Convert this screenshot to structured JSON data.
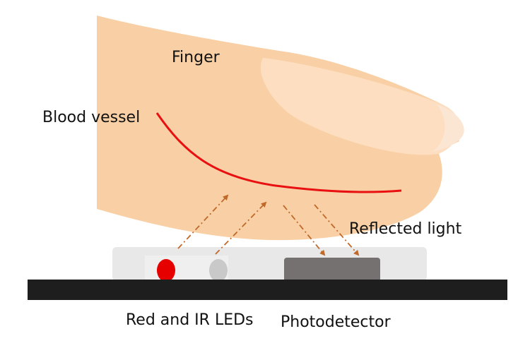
{
  "labels": {
    "finger": "Finger",
    "blood_vessel": "Blood vessel",
    "reflected_light": "Reflected light",
    "leds": "Red and IR LEDs",
    "photodetector": "Photodetector"
  },
  "colors": {
    "skin": "#F9D0A5",
    "nail": "#FDDEC1",
    "nail_edge": "#FBE6D4",
    "vessel": "#E81010",
    "light_ray": "#C0692A",
    "sensor_housing": "#E8E8E8",
    "red_led": "#E60000",
    "ir_led": "#C9C9C9",
    "detector": "#767171",
    "board": "#1E1E1E"
  },
  "icons": {
    "light_arrow": "dash-dot-arrow"
  }
}
